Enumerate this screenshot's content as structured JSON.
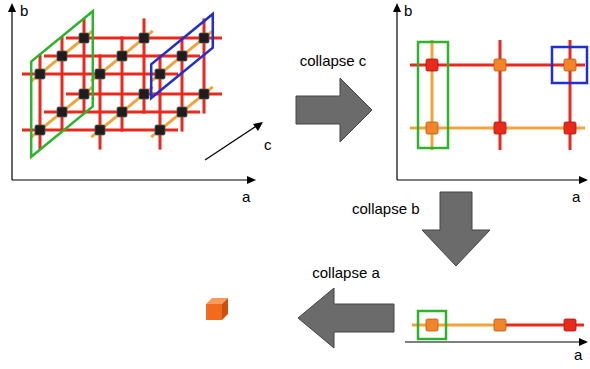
{
  "diagram": {
    "labels": [
      "b",
      "b",
      "collapse c",
      "c",
      "a",
      "a",
      "collapse b",
      "collapse a",
      "a"
    ]
  }
}
